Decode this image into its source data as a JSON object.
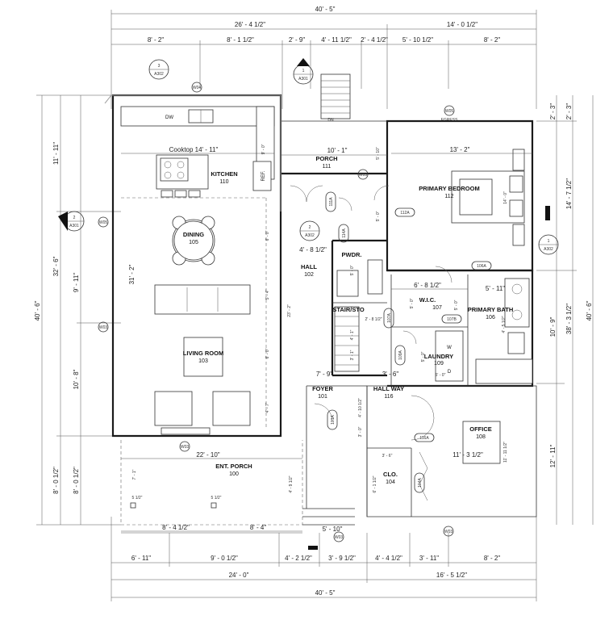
{
  "dimensions": {
    "overall_top": "40' - 5\"",
    "top_left": "26' - 4 1/2\"",
    "top_right": "14' - 0 1/2\"",
    "t1": "8' - 2\"",
    "t2": "8' - 1 1/2\"",
    "t3": "2' - 9\"",
    "t4": "4' - 11 1/2\"",
    "t5": "2' - 4 1/2\"",
    "t6": "5' - 10 1/2\"",
    "t7": "8' - 2\"",
    "left_total": "40' - 6\"",
    "left_a": "11' - 11\"",
    "left_b": "32' - 6\"",
    "left_c": "9' - 11\"",
    "left_d": "10' - 8\"",
    "left_e": "8' - 0 1/2\"",
    "left_f": "8' - 0 1/2\"",
    "right_a": "2' - 3\"",
    "right_b": "2' - 3\"",
    "right_c": "14' - 7 1/2\"",
    "right_d": "38' - 3 1/2\"",
    "right_e": "40' - 6\"",
    "right_f": "10' - 9\"",
    "right_g": "12' - 11\"",
    "b1": "6' - 11\"",
    "b2": "9' - 0 1/2\"",
    "b3": "4' - 2 1/2\"",
    "b4": "3' - 9 1/2\"",
    "b5": "4' - 4 1/2\"",
    "b6": "3' - 11\"",
    "b7": "8' - 2\"",
    "bottom_left": "24' - 0\"",
    "bottom_right": "16' - 5 1/2\"",
    "overall_bottom": "40' - 5\"",
    "porch_w": "10' - 1\"",
    "porch_h": "5' - 10\"",
    "bed_w": "13' - 2\"",
    "bed_h": "14' - 0\"",
    "hall_a": "4' - 8 1/2\"",
    "hall_b": "6' - 0\"",
    "hall_c": "5' - 4\"",
    "hall_d": "6' - 0\"",
    "hall_e": "23' - 2\"",
    "hall_f": "4' - 7\"",
    "wic_w": "6' - 8 1/2\"",
    "wic_h": "5' - 0\"",
    "bath_w": "5' - 11\"",
    "bath_x": "4' - 5 1/2\"",
    "stair_w": "2' - 8 1/2\"",
    "stair_h": "4' - 1\"",
    "laundry_a": "5' - 0\"",
    "laundry_b": "5' - 0\"",
    "hw_w": "3' - 6\"",
    "foyer_w": "7' - 9\"",
    "foyer_h": "4' - 10 1/2\"",
    "foyer_b": "3' - 0\"",
    "liv_h": "31' - 2\"",
    "entp_w": "22' - 10\"",
    "entp_h": "7' - 1\"",
    "entp_a": "8' - 4 1/2\"",
    "entp_b": "8' - 4\"",
    "entp_c": "5' - 10\"",
    "entp_d": "4' - 9 1/2\"",
    "entp_e": "5 1/2\"",
    "entp_f": "5 1/2\"",
    "clo_h": "6' - 1 1/2\"",
    "clo_w": "3' - 6\"",
    "off_w": "11' - 3 1/2\"",
    "off_h": "11' - 11 1/2\"",
    "pwdr_a": "3' - 1\"",
    "pwdr_b": "5' - 0\"",
    "porch_c": "5' - 0\"",
    "kit_a": "9' - 0\"",
    "wic_b": "5' - 0\""
  },
  "rooms": {
    "porch": {
      "name": "PORCH",
      "num": "111"
    },
    "kitchen": {
      "name": "KITCHEN",
      "num": "110"
    },
    "dining": {
      "name": "DINING",
      "num": "105"
    },
    "living": {
      "name": "LIVING ROOM",
      "num": "103"
    },
    "hall": {
      "name": "HALL",
      "num": "102"
    },
    "pwdr": {
      "name": "PWDR.",
      "num": ""
    },
    "stair": {
      "name": "STAIR/STO",
      "num": ""
    },
    "primary_bed": {
      "name": "PRIMARY BEDROOM",
      "num": "112"
    },
    "wic": {
      "name": "W.I.C.",
      "num": "107"
    },
    "primary_bath": {
      "name": "PRIMARY BATH",
      "num": "106"
    },
    "laundry": {
      "name": "LAUNDRY",
      "num": "109"
    },
    "foyer": {
      "name": "FOYER",
      "num": "101"
    },
    "hallway": {
      "name": "HALL WAY",
      "num": "116"
    },
    "office": {
      "name": "OFFICE",
      "num": "108"
    },
    "closet": {
      "name": "CLO.",
      "num": "104"
    },
    "ent_porch": {
      "name": "ENT. PORCH",
      "num": "100"
    }
  },
  "labels": {
    "cooktop": "Cooktop 14' - 11\"",
    "dw": "DW",
    "ref": "REF.",
    "dn": "DN",
    "egress": "EGRESS",
    "w": "W",
    "d": "D"
  },
  "callouts": {
    "c1": {
      "num": "3",
      "sheet": "A302"
    },
    "c2": {
      "num": "1",
      "sheet": "A301"
    },
    "c3": {
      "num": "2",
      "sheet": "A301"
    },
    "c4": {
      "num": "2",
      "sheet": "A302"
    },
    "c5": {
      "num": "1",
      "sheet": "A302"
    }
  },
  "door_tags": {
    "d111a": "111A",
    "d112a": "112A",
    "d114a": "114A",
    "d106a": "106A",
    "d107a": "107A",
    "d107b": "107B",
    "d109a": "109A",
    "d101a": "101A",
    "d116a": "116A",
    "d104a": "104A"
  },
  "window_tags": {
    "w1": "W04",
    "w2": "W05",
    "w3": "W05",
    "w4": "W03",
    "w5": "W03",
    "w6": "W03",
    "w7": "W03",
    "w8": "W03"
  }
}
